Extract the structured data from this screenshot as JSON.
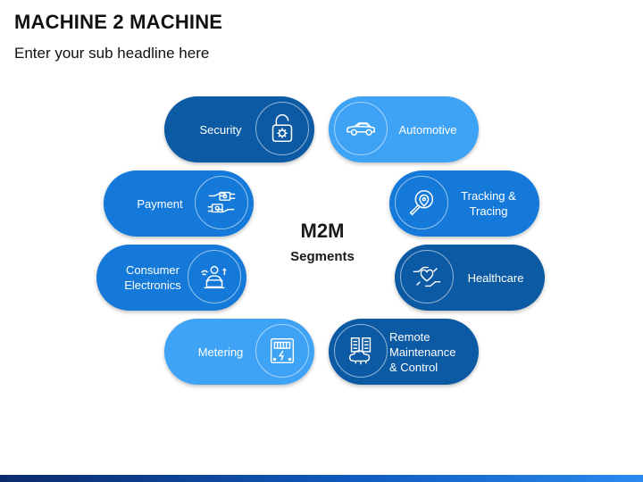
{
  "title": "MACHINE 2 MACHINE",
  "subtitle": "Enter your sub headline here",
  "center": {
    "title": "M2M",
    "subtitle": "Segments"
  },
  "segments": {
    "security": {
      "label": "Security",
      "icon": "padlock-gear-icon",
      "color": "#0b5aa3"
    },
    "automotive": {
      "label": "Automotive",
      "icon": "car-icon",
      "color": "#3ea3f5"
    },
    "payment": {
      "label": "Payment",
      "icon": "hands-exchange-money-icon",
      "color": "#1479d8"
    },
    "tracking": {
      "label": "Tracking &\nTracing",
      "icon": "magnifier-location-icon",
      "color": "#1479d8"
    },
    "consumer": {
      "label": "Consumer\nElectronics",
      "icon": "person-laptop-icon",
      "color": "#1479d8"
    },
    "healthcare": {
      "label": "Healthcare",
      "icon": "hands-heart-icon",
      "color": "#0b5aa3"
    },
    "metering": {
      "label": "Metering",
      "icon": "electric-meter-icon",
      "color": "#3ea3f5"
    },
    "remote": {
      "label": "Remote\nMaintenance\n& Control",
      "icon": "server-cloud-icon",
      "color": "#0b5aa3"
    }
  }
}
